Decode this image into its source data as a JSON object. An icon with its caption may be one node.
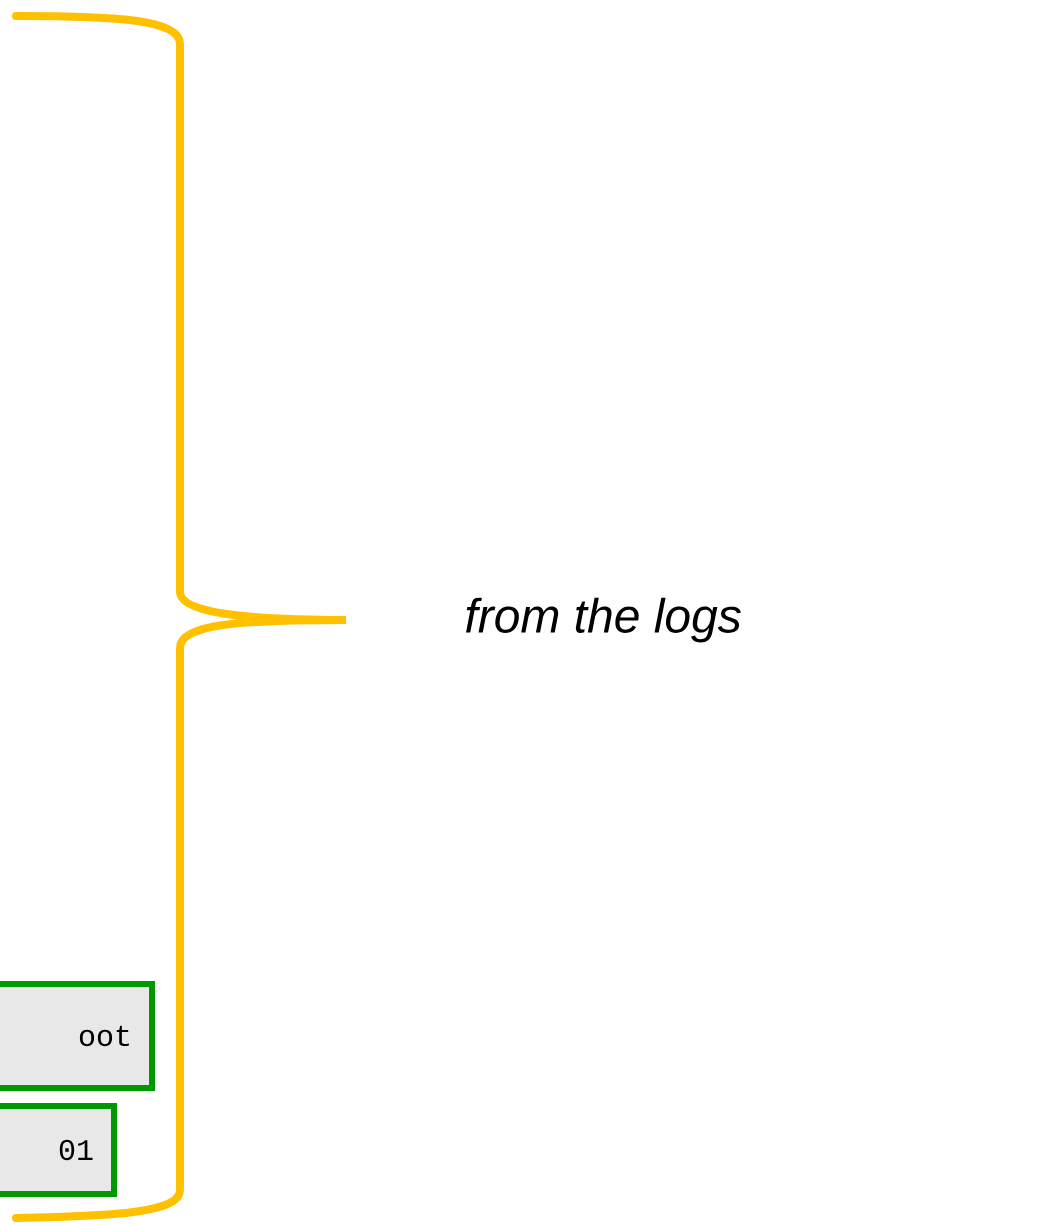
{
  "diagram": {
    "nodes": [
      {
        "text": [
          "oot"
        ]
      },
      {
        "text": [
          "01"
        ]
      }
    ],
    "labels": [
      "from the logs"
    ]
  }
}
